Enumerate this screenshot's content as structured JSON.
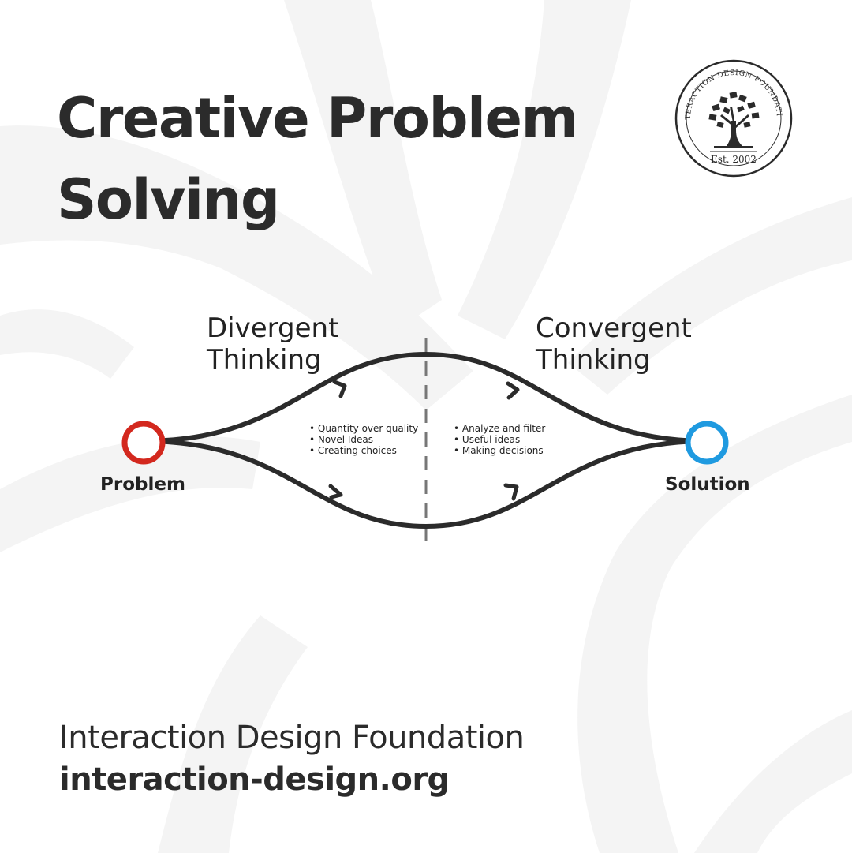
{
  "title": {
    "line1": "Creative Problem",
    "line2": "Solving"
  },
  "logo": {
    "ring_text": "INTERACTION DESIGN FOUNDATION",
    "est": "Est. 2002",
    "icon": "tree-icon"
  },
  "phases": {
    "divergent": {
      "line1": "Divergent",
      "line2": "Thinking",
      "bullets": [
        "Quantity over quality",
        "Novel Ideas",
        "Creating choices"
      ]
    },
    "convergent": {
      "line1": "Convergent",
      "line2": "Thinking",
      "bullets": [
        "Analyze and filter",
        "Useful ideas",
        "Making decisions"
      ]
    }
  },
  "nodes": {
    "problem": {
      "label": "Problem",
      "color": "#d3281e"
    },
    "solution": {
      "label": "Solution",
      "color": "#1f9ae0"
    }
  },
  "colors": {
    "stroke": "#2b2b2b",
    "divider": "#777777",
    "background_art": "#f4f4f4"
  },
  "footer": {
    "name": "Interaction Design Foundation",
    "url": "interaction-design.org"
  }
}
